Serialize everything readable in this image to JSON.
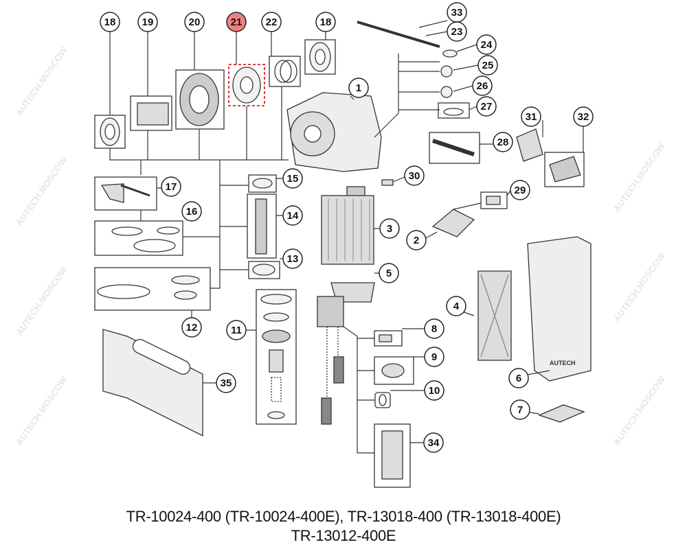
{
  "watermark": "AUTECH.MOSCOW",
  "callouts": [
    "18",
    "19",
    "20",
    "21",
    "22",
    "18",
    "33",
    "23",
    "24",
    "25",
    "26",
    "27",
    "1",
    "28",
    "31",
    "32",
    "30",
    "29",
    "15",
    "17",
    "16",
    "14",
    "3",
    "2",
    "13",
    "5",
    "4",
    "12",
    "11",
    "8",
    "9",
    "35",
    "6",
    "10",
    "7",
    "34"
  ],
  "highlighted_callout": "21",
  "colors": {
    "highlight": "#f08080",
    "line": "#333333",
    "highlight_box": "#e02020"
  },
  "caption": {
    "line1": "TR-10024-400 (TR-10024-400E), TR-13018-400 (TR-13018-400E)",
    "line2": "TR-13012-400E"
  }
}
